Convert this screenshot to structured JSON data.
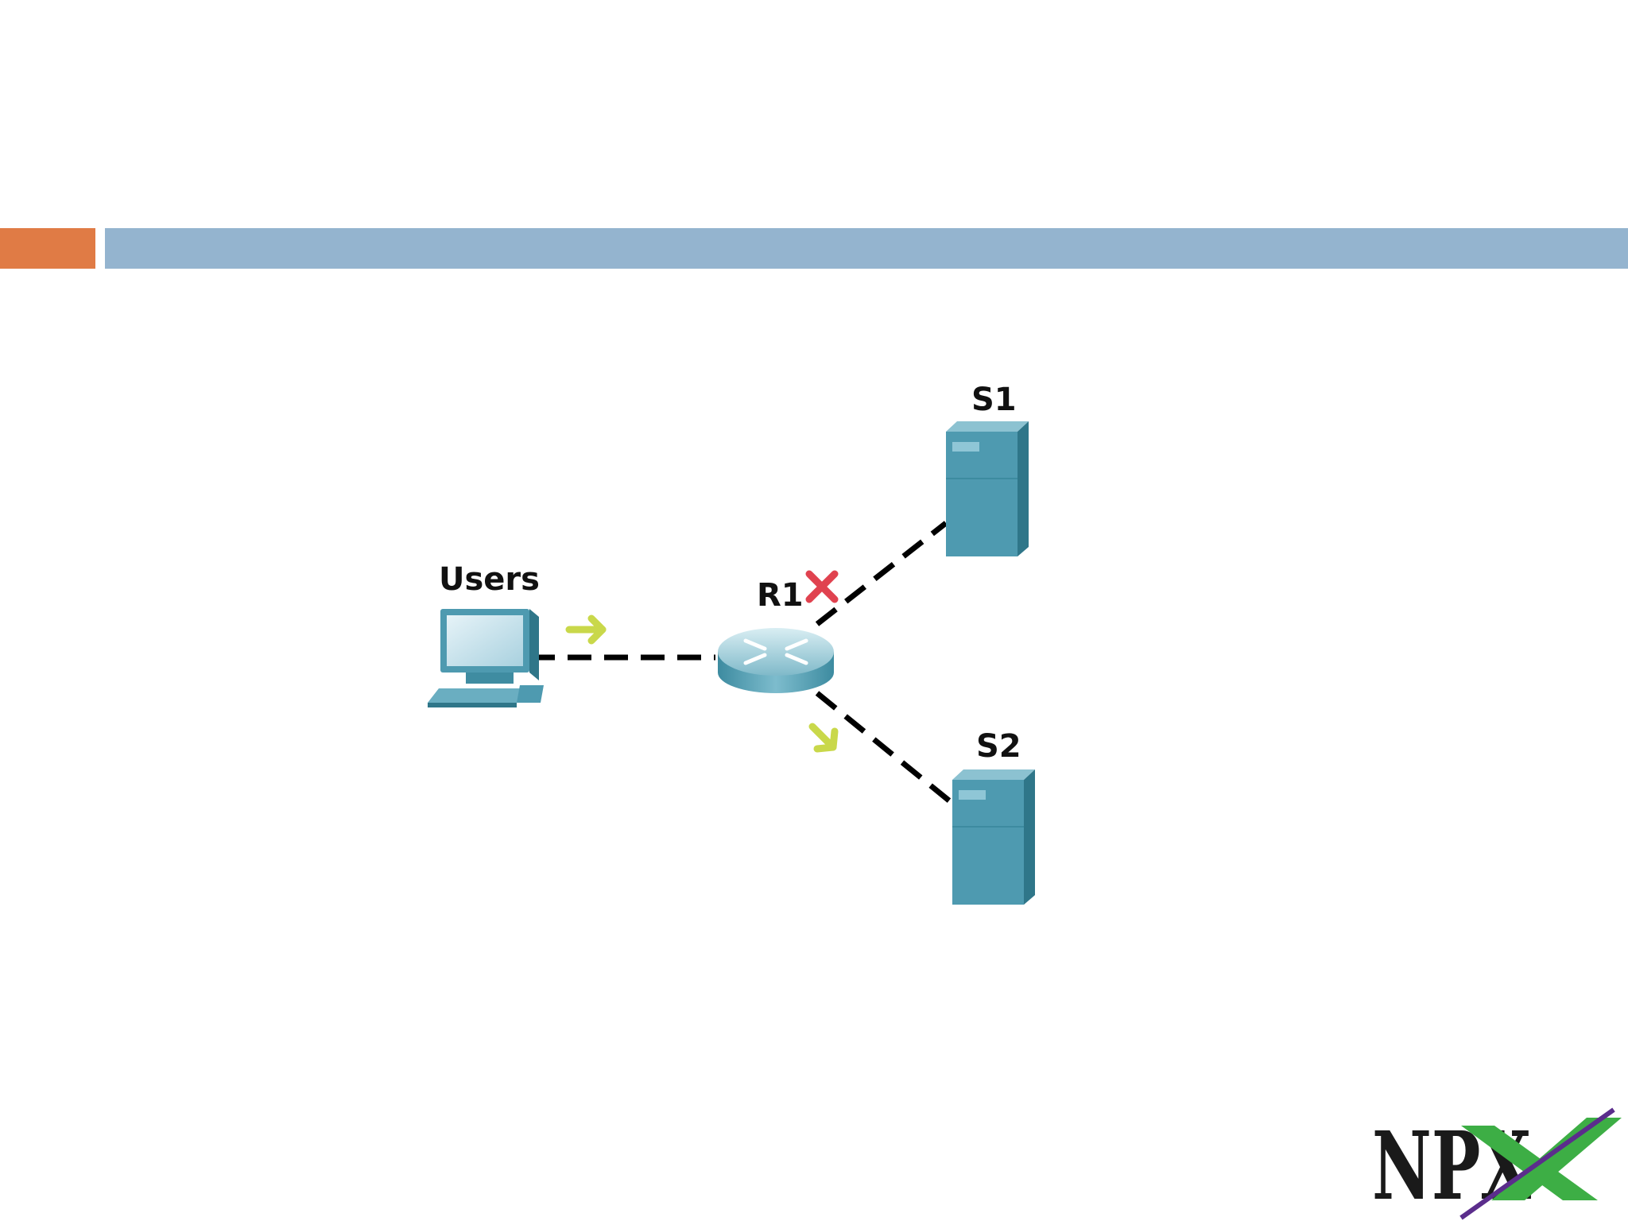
{
  "header": {
    "accent_color": "#E07B45",
    "bar_color": "#94B4CF"
  },
  "diagram": {
    "nodes": {
      "users": {
        "label": "Users",
        "icon": "computer-icon"
      },
      "r1": {
        "label": "R1",
        "icon": "router-icon"
      },
      "s1": {
        "label": "S1",
        "icon": "server-icon"
      },
      "s2": {
        "label": "S2",
        "icon": "server-icon"
      }
    },
    "links": [
      {
        "from": "Users",
        "to": "R1",
        "style": "dashed",
        "marker": "arrow-right-icon"
      },
      {
        "from": "R1",
        "to": "S1",
        "style": "dashed",
        "marker": "x-mark-icon"
      },
      {
        "from": "R1",
        "to": "S2",
        "style": "dashed",
        "marker": "arrow-down-right-icon"
      }
    ],
    "colors": {
      "device": "#4E9AB0",
      "arrow": "#C9D84A",
      "x_mark": "#E0424F",
      "link": "#000000"
    }
  },
  "logo": {
    "text": "NPX",
    "colors": {
      "letters": "#1a1a1a",
      "x_green": "#3DAE45",
      "x_purple": "#5B2D8C"
    }
  }
}
